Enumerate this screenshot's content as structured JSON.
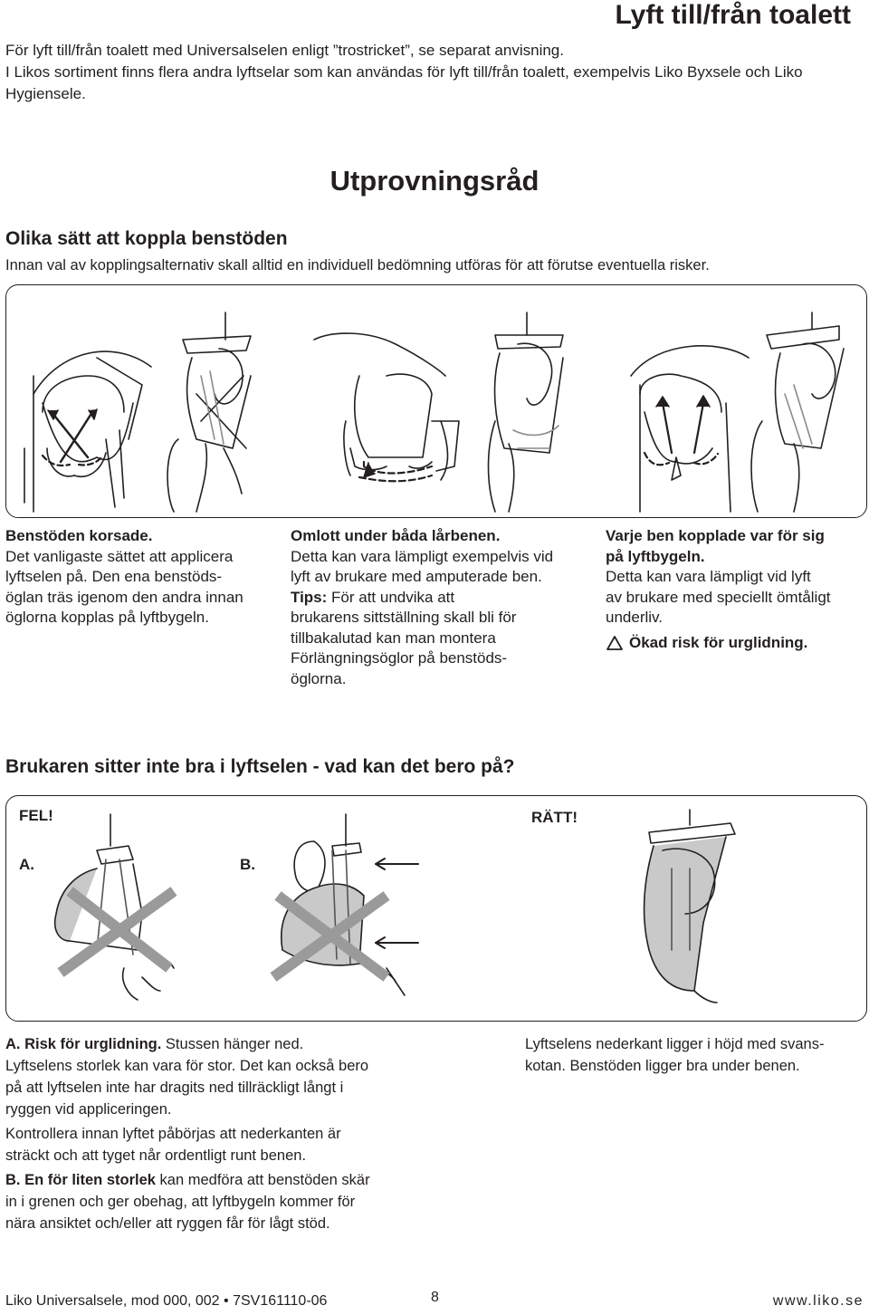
{
  "page": {
    "title": "Lyft till/från toalett",
    "intro": [
      "För lyft till/från toalett med Universalselen enligt ”trostricket”, se separat anvisning.",
      "I Likos sortiment finns flera andra lyftselar som kan användas för lyft till/från toalett, exempelvis Liko Byxsele och Liko Hygiensele."
    ]
  },
  "section1": {
    "heading": "Utprovningsråd",
    "subheading": "Olika sätt att koppla benstöden",
    "lead": "Innan val av kopplingsalternativ skall alltid en individuell bedömning utföras för att förutse eventuella risker."
  },
  "columns": {
    "col1": {
      "title": "Benstöden korsade.",
      "lines": [
        "Det vanligaste sättet att applicera",
        "lyftselen på. Den ena benstöds-",
        "öglan träs igenom den andra innan",
        "öglorna kopplas på lyftbygeln."
      ]
    },
    "col2": {
      "title": "Omlott under båda lårbenen.",
      "lines": [
        "Detta kan vara lämpligt exempelvis vid",
        "lyft av brukare med amputerade ben."
      ],
      "tips_label": "Tips:",
      "tips_first": " För att undvika att",
      "tips_lines": [
        "brukarens sittställning skall bli för",
        "tillbakalutad kan man montera",
        "Förlängningsöglor på benstöds-",
        "öglorna."
      ]
    },
    "col3": {
      "title_lines": [
        "Varje ben kopplade var för sig",
        "på lyftbygeln."
      ],
      "lines": [
        "Detta kan vara lämpligt vid lyft",
        "av brukare med speciellt ömtåligt",
        "underliv."
      ],
      "warning": "Ökad risk för urglidning."
    }
  },
  "section2": {
    "heading": "Brukaren sitter inte bra i lyftselen - vad kan det bero på?",
    "wrong_label": "FEL!",
    "right_label": "RÄTT!",
    "label_a": "A.",
    "label_b": "B.",
    "left_text": {
      "p1_bold": "A. Risk för urglidning.",
      "p1_rest": " Stussen hänger ned.",
      "p1_lines": [
        "Lyftselens storlek kan vara för stor. Det kan också bero",
        "på att lyftselen inte har dragits ned tillräckligt långt i",
        "ryggen vid appliceringen."
      ],
      "p2_lines": [
        "Kontrollera innan lyftet påbörjas att nederkanten är",
        "sträckt och att tyget når ordentligt runt benen."
      ],
      "p3_bold": "B. En för liten storlek",
      "p3_rest": " kan medföra att benstöden skär",
      "p3_lines": [
        "in i grenen och ger obehag, att lyftbygeln kommer för",
        "nära ansiktet och/eller att ryggen får för lågt stöd."
      ]
    },
    "right_text": [
      "Lyftselens nederkant ligger i höjd med svans-",
      "kotan. Benstöden ligger bra under benen."
    ]
  },
  "footer": {
    "left": "Liko Universalsele, mod 000, 002 • 7SV161110-06",
    "page_number": "8",
    "right": "www.liko.se"
  }
}
